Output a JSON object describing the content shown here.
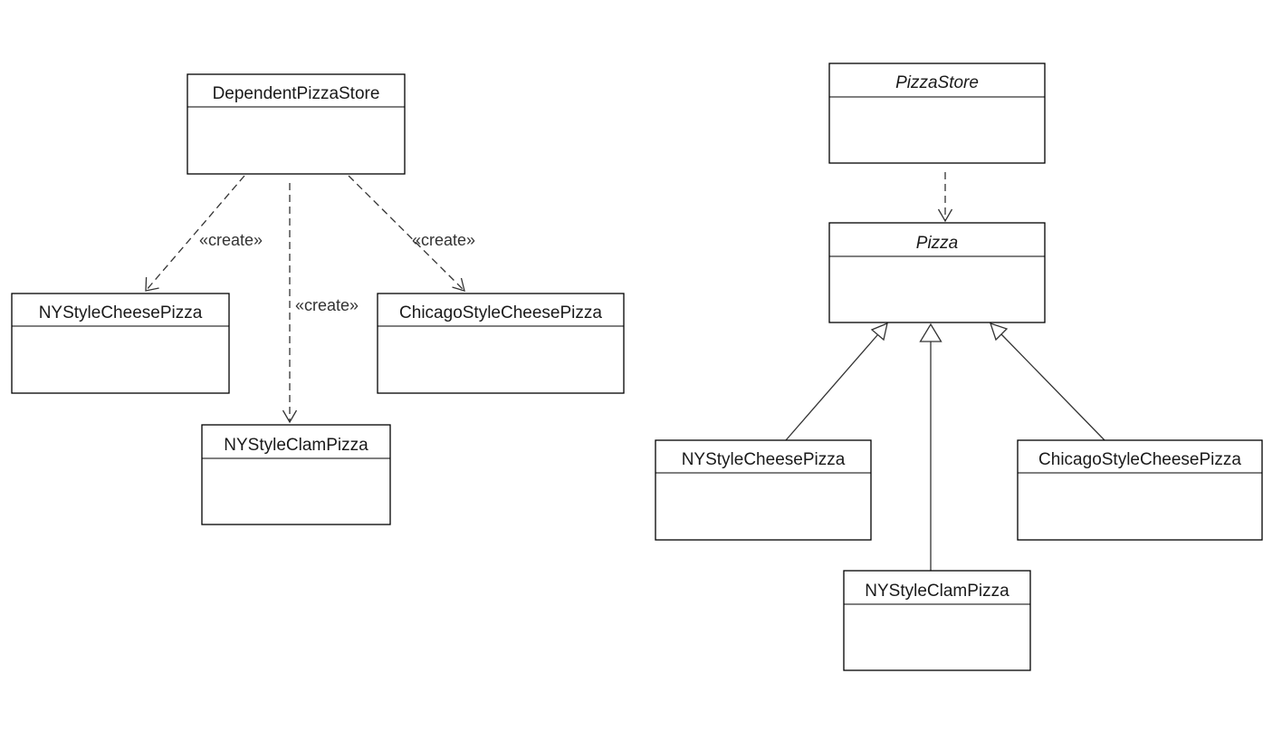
{
  "left_diagram": {
    "store": "DependentPizzaStore",
    "ny_cheese": "NYStyleCheesePizza",
    "ny_clam": "NYStyleClamPizza",
    "chicago_cheese": "ChicagoStyleCheesePizza",
    "stereotype_1": "«create»",
    "stereotype_2": "«create»",
    "stereotype_3": "«create»"
  },
  "right_diagram": {
    "store": "PizzaStore",
    "pizza": "Pizza",
    "ny_cheese": "NYStyleCheesePizza",
    "ny_clam": "NYStyleClamPizza",
    "chicago_cheese": "ChicagoStyleCheesePizza"
  },
  "colors": {
    "line": "#333333",
    "box_border": "#000000",
    "background": "#ffffff"
  }
}
